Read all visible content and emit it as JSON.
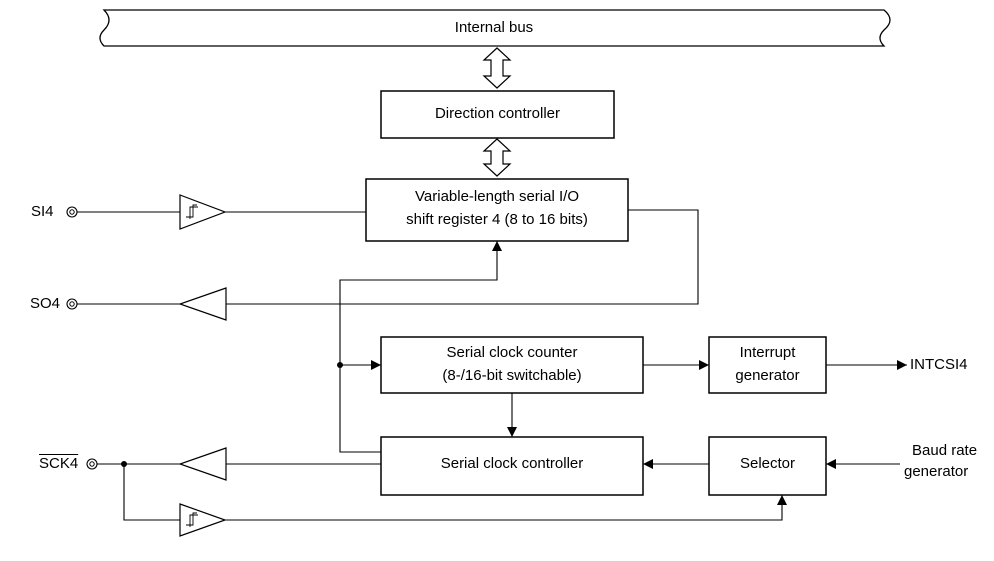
{
  "diagram": {
    "bus_label": "Internal bus",
    "blocks": {
      "direction_controller": "Direction controller",
      "shift_register_line1": "Variable-length serial I/O",
      "shift_register_line2": "shift register 4 (8 to 16 bits)",
      "clock_counter_line1": "Serial clock counter",
      "clock_counter_line2": "(8-/16-bit switchable)",
      "interrupt_line1": "Interrupt",
      "interrupt_line2": "generator",
      "clock_controller": "Serial clock controller",
      "selector": "Selector"
    },
    "pins": {
      "si4": "SI4",
      "so4": "SO4",
      "sck4": "SCK4"
    },
    "signals": {
      "intcsi4": "INTCSI4",
      "baud_line1": "Baud rate",
      "baud_line2": "generator"
    }
  }
}
